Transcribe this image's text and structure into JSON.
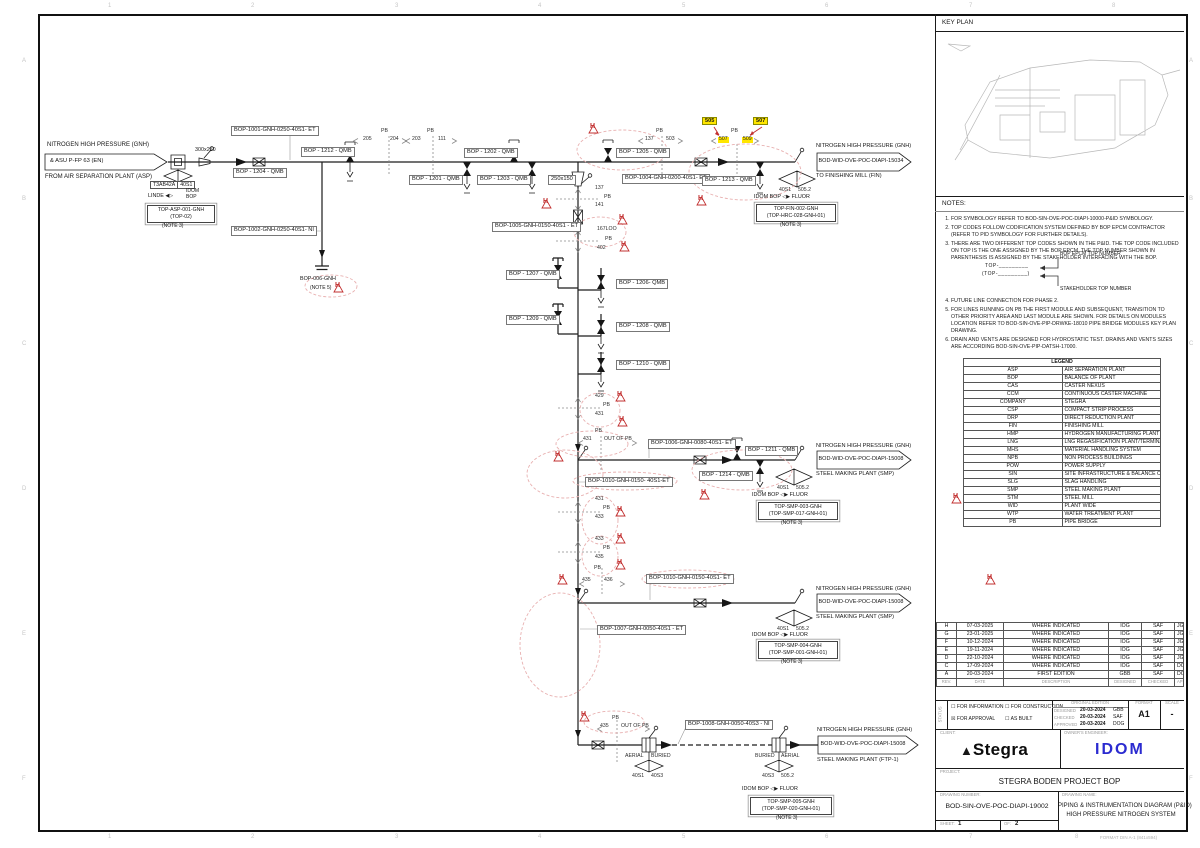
{
  "meta": {
    "colors": {
      "highlight": "#ffe600",
      "revision_red": "#c23030",
      "idom_blue": "#2b2bd0"
    }
  },
  "grid": {
    "cols": [
      "1",
      "2",
      "3",
      "4",
      "5",
      "6",
      "7",
      "8"
    ],
    "rows": [
      "A",
      "B",
      "C",
      "D",
      "E",
      "F"
    ]
  },
  "icons": {
    "iface_arrows": "◁▶",
    "iface_arrows2": "◀▷",
    "logo_mark": "▲"
  },
  "key_plan": {
    "title": "KEY PLAN"
  },
  "notes": {
    "title": "NOTES:",
    "items": [
      "FOR SYMBOLOGY REFER TO BOD-SIN-OVE-POC-DIAPI-10000-P&ID SYMBOLOGY.",
      "TOP CODES FOLLOW CODIFICATION SYSTEM DEFINED BY BOP EPCM CONTRACTOR (REFER TO PID SYMBOLOGY FOR FURTHER DETAILS).",
      "THERE ARE TWO DIFFERENT TOP CODES SHOWN IN THE P&ID. THE TOP CODE INCLUDED ON TOP IS THE ONE ASSIGNED BY THE BOP EPCM. THE TOP NUMBER SHOWN IN PARENTHESIS IS ASSIGNED BY THE STAKEHOLDER INTERFACING WITH THE BOP.",
      "FUTURE LINE CONNECTION FOR PHASE 2.",
      "FOR LINES RUNNING ON PB THE FIRST MODULE AND SUBSEQUENT, TRANSITION TO OTHER PRIORITY AREA AND LAST MODULE ARE SHOWN. FOR DETAILS ON MODULES LOCATION REFER TO BOD-SIN-OVE-PIP-DRWKE-18010 PIPE BRIDGE MODULES KEY PLAN DRAWING.",
      "DRAIN AND VENTS ARE DESIGNED FOR HYDROSTATIC TEST. DRAINS AND VENTS SIZES ARE ACCORDING  BOD-SIN-OVE-PIP-DATSH-17000."
    ],
    "top1": "TOP-_________",
    "top2": "(TOP-_________)",
    "bop_epcm": "BOP EPCM TOP NUMBER",
    "stakeholder": "STAKEHOLDER TOP NUMBER"
  },
  "legend": {
    "title": "LEGEND",
    "rows": [
      {
        "code": "ASP",
        "desc": "AIR SEPARATION PLANT"
      },
      {
        "code": "BOP",
        "desc": "BALANCE OF PLANT"
      },
      {
        "code": "CAS",
        "desc": "CASTER NEXUS"
      },
      {
        "code": "CCM",
        "desc": "CONTINUOUS CASTER MACHINE"
      },
      {
        "code": "COMPANY",
        "desc": "STEGRA"
      },
      {
        "code": "CSP",
        "desc": "COMPACT STRIP PROCESS"
      },
      {
        "code": "DRP",
        "desc": "DIRECT REDUCTION PLANT"
      },
      {
        "code": "FIN",
        "desc": "FINISHING MILL"
      },
      {
        "code": "HMP",
        "desc": "HYDROGEN MANUFACTURING PLANT"
      },
      {
        "code": "LNG",
        "desc": "LNG REGASIFICATION PLANT/TERMINAL"
      },
      {
        "code": "MHS",
        "desc": "MATERIAL HANDLING SYSTEM"
      },
      {
        "code": "NPB",
        "desc": "NON PROCESS BUILDINGS"
      },
      {
        "code": "POW",
        "desc": "POWER SUPPLY"
      },
      {
        "code": "SIN",
        "desc": "SITE INFRASTRUCTURE & BALANCE OF PLANT"
      },
      {
        "code": "SLG",
        "desc": "SLAG HANDLING"
      },
      {
        "code": "SMP",
        "desc": "STEEL MAKING PLANT"
      },
      {
        "code": "STM",
        "desc": "STEEL MILL"
      },
      {
        "code": "WID",
        "desc": "PLANT WIDE"
      },
      {
        "code": "WTP",
        "desc": "WATER TREATMENT PLANT"
      },
      {
        "code": "PB",
        "desc": "PIPE BRIDGE"
      }
    ]
  },
  "revisions": {
    "headers": {
      "rev": "REV.",
      "date": "DATE",
      "desc": "DESCRIPTION",
      "des": "DESIGNED",
      "chk": "CHECKED",
      "app": "APPROVED"
    },
    "rows": [
      {
        "rev": "H",
        "date": "07-03-2025",
        "desc": "WHERE INDICATED",
        "des": "IOG",
        "chk": "SAF",
        "app": "JGA"
      },
      {
        "rev": "G",
        "date": "23-01-2025",
        "desc": "WHERE INDICATED",
        "des": "IOG",
        "chk": "SAF",
        "app": "JGA"
      },
      {
        "rev": "F",
        "date": "10-12-2024",
        "desc": "WHERE INDICATED",
        "des": "IOG",
        "chk": "SAF",
        "app": "JGA"
      },
      {
        "rev": "E",
        "date": "19-11-2024",
        "desc": "WHERE INDICATED",
        "des": "IOG",
        "chk": "SAF",
        "app": "JGA"
      },
      {
        "rev": "D",
        "date": "22-10-2024",
        "desc": "WHERE INDICATED",
        "des": "IOG",
        "chk": "SAF",
        "app": "JGA"
      },
      {
        "rev": "C",
        "date": "17-09-2024",
        "desc": "WHERE INDICATED",
        "des": "IOG",
        "chk": "SAF",
        "app": "DOG"
      },
      {
        "rev": "A",
        "date": "20-03-2024",
        "desc": "FIRST EDITION",
        "des": "GBB",
        "chk": "SAF",
        "app": "DOG"
      }
    ]
  },
  "status": {
    "label": "STATUS",
    "box_unchecked": "☐",
    "box_checked": "☒",
    "cb1": "FOR INFORMATION",
    "cb2": "FOR CONSTRUCTION",
    "cb3": "FOR APPROVAL",
    "cb4": "AS BUILT",
    "original": {
      "title": "ORIGINAL EDITION",
      "rows": [
        {
          "k": "DESIGNED",
          "date": "20-03-2024",
          "ini": "GBB"
        },
        {
          "k": "CHECKED",
          "date": "20-03-2024",
          "ini": "SAF"
        },
        {
          "k": "APPROVED",
          "date": "20-03-2024",
          "ini": "DOG"
        }
      ]
    },
    "format_label": "FORMAT",
    "format": "A1",
    "scale_label": "SCALE",
    "scale": "-"
  },
  "title_block": {
    "client_label": "CLIENT:",
    "client": "Stegra",
    "engineer_label": "OWNER'S  ENGINEER:",
    "engineer": "IDOM",
    "project_label": "PROJECT:",
    "project": "STEGRA BODEN PROJECT BOP",
    "number_label": "DRAWING  NUMBER:",
    "number": "BOD-SIN-OVE-POC-DIAPI-19002",
    "name_label": "DRAWING  NAME:",
    "name1": "PIPING & INSTRUMENTATION DIAGRAM (P&ID)",
    "name2": "HIGH PRESSURE NITROGEN SYSTEM",
    "sheet_label": "SHEET:",
    "sheet": "1",
    "of_label": "OF:",
    "of": "2",
    "footer": "FORMAT DIN A-1 (841x594)"
  },
  "diagram": {
    "rev_marker": "H",
    "source": {
      "line1": "NITROGEN HIGH PRESSURE (GNH)",
      "box": "& ASU P-FP 63 (EN)",
      "line3": "FROM AIR SEPARATION PLANT (ASP)",
      "tag1": "T3AB42A",
      "tag2": "40S1",
      "iface_left": "LINDE",
      "iface_right1": "IDOM",
      "iface_right2": "BOP",
      "top1": "TOP-ASP-001-GNH",
      "top2": "(TOP-02)",
      "note": "(NOTE 3)",
      "reducer": "300x250"
    },
    "labels": {
      "l1001": "BOP-1001-GNH-0250-40S1- ET",
      "l1002": "BOP-1002-GNH-0250-40S1- NI",
      "l1004": "BOP-1004-GNH-0200-40S1- ET",
      "l1005": "BOP-1005-GNH-0150-40S1 - ET",
      "l1006": "BOP-1006-GNH-0080-40S1- ET",
      "l1007": "BOP-1007-GNH-0050-40S1 - ET",
      "l1008": "BOP-1008-GNH-0050-40S3 - NI",
      "l1010a": "BOP-1010-GNH-0150- 40S1-ET",
      "l1010b": "BOP-1010-GNH-0150-40S1- ET",
      "v1201": "BOP - 1201 - QMB",
      "v1202": "BOP - 1202 - QMB",
      "v1203": "BOP - 1203 - QMB",
      "v1204": "BOP - 1204 - QMB",
      "v1205": "BOP - 1205 - QMB",
      "v1206": "BOP - 1206- QMB",
      "v1207": "BOP - 1207 - QMB",
      "v1208": "BOP - 1208 - QMB",
      "v1209": "BOP - 1209 - QMB",
      "v1210": "BOP - 1210 - QMB",
      "v1211": "BOP - 1211 - QMB",
      "v1212": "BOP - 1212 - QMB",
      "v1213": "BOP - 1213 - QMB",
      "v1214": "BOP - 1214 - QMB",
      "reducer2": "250x150",
      "cap": "BOP-006-GNH",
      "cap_note": "(NOTE 5)"
    },
    "pb": {
      "label": "PB",
      "out": "OUT OF PB",
      "n205": "205",
      "n204": "204",
      "n203": "203",
      "n111": "111",
      "n137": "137",
      "n503": "503",
      "n507": "507",
      "n509": "509",
      "n141": "141",
      "n167": "167LOO",
      "n402": "402",
      "n429": "429",
      "n431": "431",
      "n433": "433",
      "n435": "435",
      "n436": "436",
      "tag505": "505",
      "tag507": "507"
    },
    "branches": {
      "fin": {
        "l1": "NITROGEN HIGH PRESSURE (GNH)",
        "code": "BOD-WID-OVE-POC-DIAPI-15034",
        "l3": "TO FINISHING MILL (FIN)",
        "d1": "40S1",
        "d2": "505.2",
        "i1": "IDOM BOP",
        "i2": "FLUOR",
        "t1": "TOP-FIN-002-GNH",
        "t2": "(TOP-HRC-028-GNH-01)",
        "note": "(NOTE 3)"
      },
      "smp1": {
        "l1": "NITROGEN HIGH PRESSURE (GNH)",
        "code": "BOD-WID-OVE-POC-DIAPI-15008",
        "l3": "STEEL MAKING PLANT (SMP)",
        "d1": "40S1",
        "d2": "505.2",
        "i1": "IDOM BOP",
        "i2": "FLUOR",
        "t1": "TOP-SMP-003-GNH",
        "t2": "(TOP-SMP-017-GNH-01)",
        "note": "(NOTE 3)"
      },
      "smp2": {
        "l1": "NITROGEN HIGH PRESSURE (GNH)",
        "code": "BOD-WID-OVE-POC-DIAPI-15008",
        "l3": "STEEL MAKING PLANT (SMP)",
        "d1": "40S1",
        "d2": "505.2",
        "i1": "IDOM BOP",
        "i2": "FLUOR",
        "t1": "TOP-SMP-004-GNH",
        "t2": "(TOP-SMP-001-GNH-01)",
        "note": "(NOTE 3)"
      },
      "ftp": {
        "l1": "NITROGEN HIGH PRESSURE (GNH)",
        "code": "BOD-WID-OVE-POC-DIAPI-15008",
        "l3": "STEEL MAKING PLANT (FTP-1)",
        "tr1a": "AERIAL",
        "tr1b": "BURIED",
        "tr1d1": "40S1",
        "tr1d2": "40S3",
        "tr2a": "BURIED",
        "tr2b": "AERIAL",
        "tr2d1": "40S3",
        "tr2d2": "505.2",
        "i1": "IDOM BOP",
        "i2": "FLUOR",
        "t1": "TOP-SMP-005-GNH",
        "t2": "(TOP-SMP-020-GNH-01)",
        "note": "(NOTE 3)"
      }
    }
  }
}
